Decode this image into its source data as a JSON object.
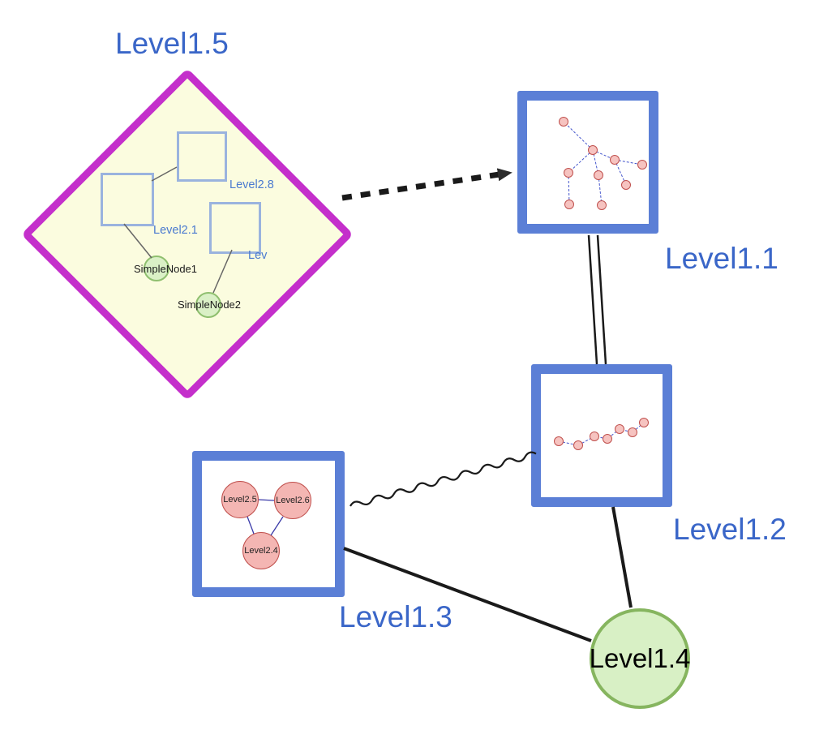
{
  "nodes": {
    "level15": {
      "label": "Level1.5",
      "shape": "diamond"
    },
    "level11": {
      "label": "Level1.1",
      "shape": "group-box"
    },
    "level12": {
      "label": "Level1.2",
      "shape": "group-box"
    },
    "level13": {
      "label": "Level1.3",
      "shape": "group-box"
    },
    "level14": {
      "label": "Level1.4",
      "shape": "circle"
    }
  },
  "subnodes": {
    "level28": {
      "label": "Level2.8"
    },
    "level21": {
      "label": "Level2.1"
    },
    "lev": {
      "label": "Lev"
    },
    "simplenode1": {
      "label": "SimpleNode1"
    },
    "simplenode2": {
      "label": "SimpleNode2"
    },
    "level25": {
      "label": "Level2.5"
    },
    "level26": {
      "label": "Level2.6"
    },
    "level24": {
      "label": "Level2.4"
    }
  },
  "edges": [
    {
      "from": "Level1.5",
      "to": "Level1.1",
      "style": "thick-dashed-arrow"
    },
    {
      "from": "Level1.1",
      "to": "Level1.2",
      "style": "double-parallel"
    },
    {
      "from": "Level1.3",
      "to": "Level1.2",
      "style": "wavy"
    },
    {
      "from": "Level1.3",
      "to": "Level1.4",
      "style": "solid"
    },
    {
      "from": "Level1.2",
      "to": "Level1.4",
      "style": "solid"
    },
    {
      "from": "Level2.1",
      "to": "Level2.8",
      "style": "thin"
    },
    {
      "from": "Level2.1",
      "to": "SimpleNode1",
      "style": "thin"
    },
    {
      "from": "Lev",
      "to": "SimpleNode2",
      "style": "thin"
    },
    {
      "from": "Level2.5",
      "to": "Level2.6",
      "style": "thin-blue"
    },
    {
      "from": "Level2.5",
      "to": "Level2.4",
      "style": "thin-blue"
    },
    {
      "from": "Level2.6",
      "to": "Level2.4",
      "style": "thin-blue"
    }
  ],
  "colors": {
    "label_blue": "#3a66c8",
    "box_border_blue": "#5b7fd6",
    "diamond_magenta": "#c42fcb",
    "diamond_fill": "#fbfcdf",
    "green_fill": "#d8f0c5",
    "green_border": "#86b55f",
    "pink_fill": "#f4b6b3",
    "pink_border": "#c0504d",
    "mini_edge_blue": "#4455cc",
    "edge_black": "#1a1a1a"
  }
}
